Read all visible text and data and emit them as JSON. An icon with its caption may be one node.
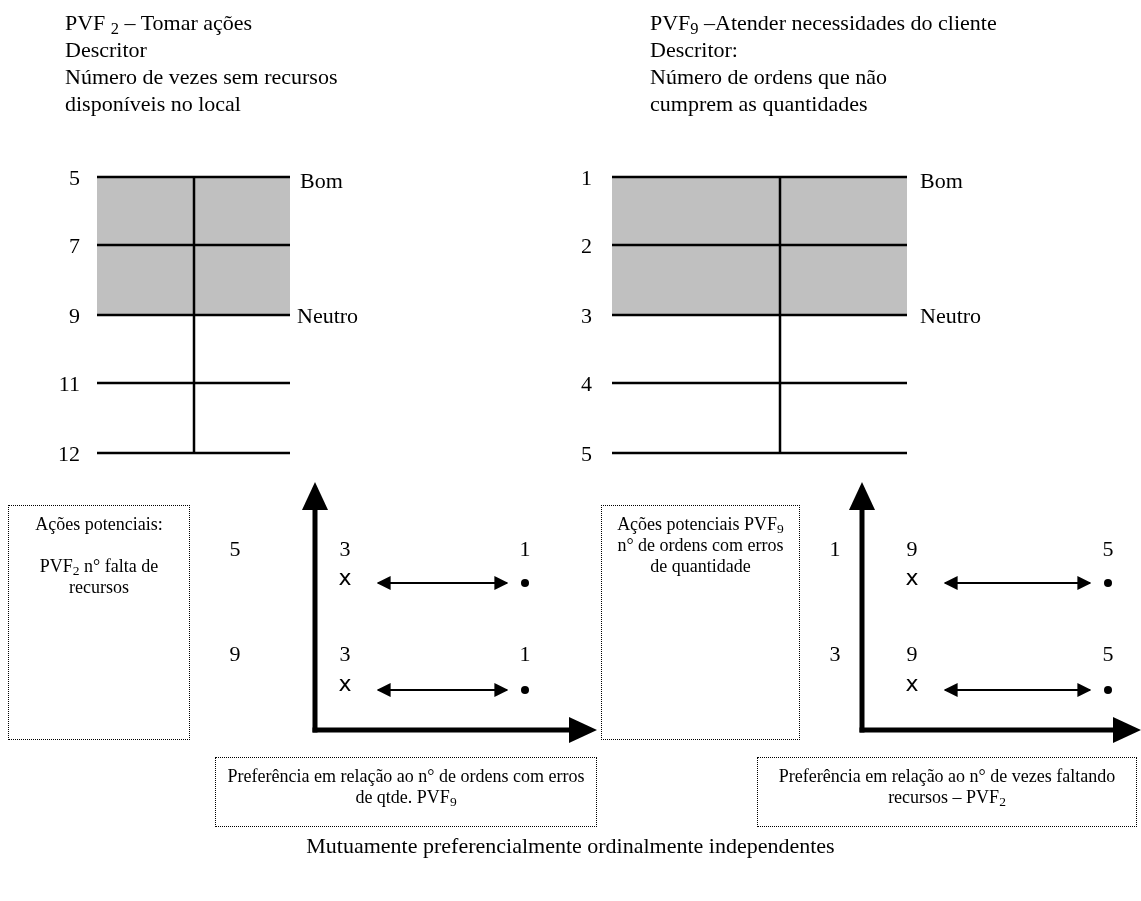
{
  "diagram": {
    "caption": "Mutuamente preferencialmente ordinalmente independentes",
    "nodes": [
      {
        "text": [
          "Ações potenciais:",
          "PVF$_{2}$ n° falta de recursos"
        ]
      },
      {
        "text": [
          "x"
        ]
      },
      {
        "text": [],
        "shape": "circle"
      },
      {
        "text": [
          "x"
        ]
      },
      {
        "text": [],
        "shape": "circle"
      },
      {
        "text": [
          "Ações potenciais PVF$_{9}$ n° de ordens com erros de quantidade"
        ]
      },
      {
        "text": [
          "x"
        ]
      },
      {
        "text": [],
        "shape": "circle"
      },
      {
        "text": [
          "x"
        ]
      },
      {
        "text": [],
        "shape": "circle"
      },
      {
        "text": [
          "Preferência em relação ao n° de ordens com erros de qtde. PVF$_{9}$"
        ]
      },
      {
        "text": [
          "Preferência em relação ao n° de vezes faltando recursos – PVF$_{2}$"
        ]
      }
    ],
    "edges": [
      {
        "from": 1,
        "to": 2,
        "arrow": "both"
      },
      {
        "from": 3,
        "to": 4,
        "arrow": "both"
      },
      {
        "from": 6,
        "to": 7,
        "arrow": "both"
      },
      {
        "from": 8,
        "to": 9,
        "arrow": "both"
      }
    ],
    "labels": [
      "PVF $_{2}$ – Tomar ações",
      "Descritor",
      "Número de vezes sem recursos disponíveis no local",
      "PVF$_{9}$ –Atender necessidades do cliente",
      "Descritor:",
      "Número de ordens que não cumprem as quantidades",
      "5",
      "7",
      "9",
      "11",
      "12",
      "Bom",
      "Neutro",
      "1",
      "2",
      "3",
      "4",
      "5",
      "Bom",
      "Neutro",
      "5",
      "9",
      "3",
      "1",
      "3",
      "1",
      "1",
      "3",
      "9",
      "5",
      "9",
      "5"
    ]
  }
}
